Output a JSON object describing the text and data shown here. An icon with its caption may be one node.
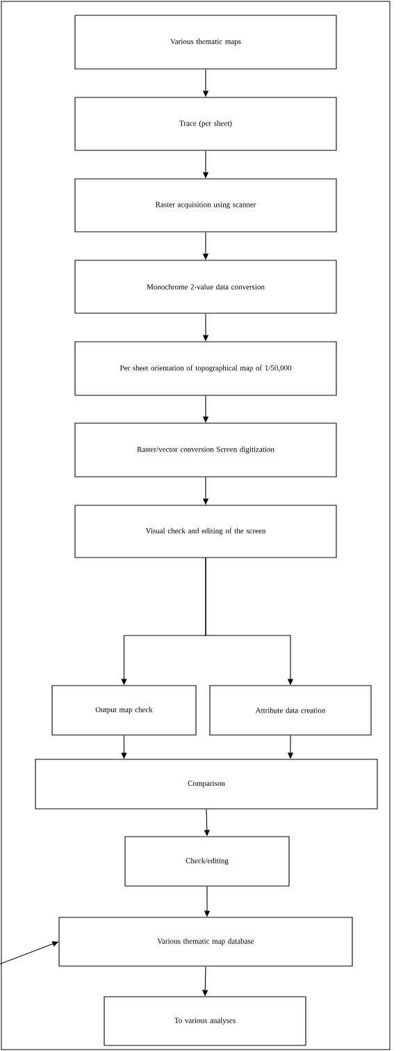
{
  "diagram": {
    "nodes": [
      {
        "text": [
          "Various thematic maps"
        ]
      },
      {
        "text": [
          "Trace (per sheet)"
        ]
      },
      {
        "text": [
          "Raster acquisition using scanner"
        ]
      },
      {
        "text": [
          "Monochrome 2-value data conversion"
        ]
      },
      {
        "text": [
          "Per sheet orientation of topographical map of 1/50,000"
        ]
      },
      {
        "text": [
          "Raster/vector conversion Screen digitization"
        ]
      },
      {
        "text": [
          "Visual check and editing of the screen"
        ]
      },
      {
        "text": [
          "Output map check"
        ]
      },
      {
        "text": [
          "Attribute data creation"
        ]
      },
      {
        "text": [
          "Comparison"
        ]
      },
      {
        "text": [
          "Check/editing"
        ]
      },
      {
        "text": [
          "Various thematic map database"
        ]
      },
      {
        "text": [
          "To various analyses"
        ]
      }
    ],
    "edges": [
      {
        "from": 0,
        "to": 1,
        "arrow": "to"
      },
      {
        "from": 1,
        "to": 2,
        "arrow": "to"
      },
      {
        "from": 2,
        "to": 3,
        "arrow": "to"
      },
      {
        "from": 3,
        "to": 4,
        "arrow": "to"
      },
      {
        "from": 4,
        "to": 5,
        "arrow": "to"
      },
      {
        "from": 5,
        "to": 6,
        "arrow": "to"
      },
      {
        "from": 6,
        "to": 7,
        "arrow": "to"
      },
      {
        "from": 6,
        "to": 8,
        "arrow": "to"
      },
      {
        "from": 7,
        "to": 9,
        "arrow": "to"
      },
      {
        "from": 8,
        "to": 9,
        "arrow": "to"
      },
      {
        "from": 9,
        "to": 10,
        "arrow": "to"
      },
      {
        "from": 10,
        "to": 11,
        "arrow": "to"
      },
      {
        "from": 11,
        "to": 12,
        "arrow": "to"
      },
      {
        "from": null,
        "to": 11,
        "arrow": "to"
      }
    ]
  }
}
